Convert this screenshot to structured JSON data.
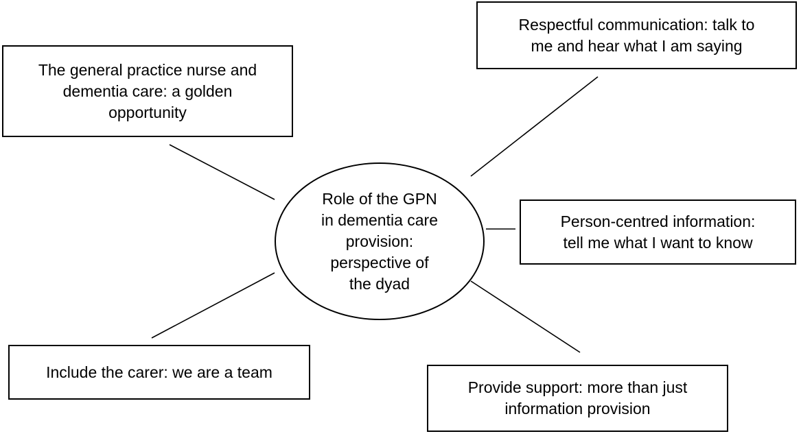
{
  "diagram": {
    "center": {
      "text": "Role of the GPN\nin dementia care\nprovision:\nperspective of\nthe dyad"
    },
    "themes": [
      {
        "id": "top-left",
        "text": "The general practice nurse and\ndementia care: a golden\nopportunity"
      },
      {
        "id": "top-right",
        "text": "Respectful communication: talk to\nme and hear what I am saying"
      },
      {
        "id": "mid-right",
        "text": "Person-centred information:\ntell me what I want to know"
      },
      {
        "id": "bottom-left",
        "text": "Include the carer: we are a team"
      },
      {
        "id": "bottom-right",
        "text": "Provide support: more than just\ninformation provision"
      }
    ]
  }
}
